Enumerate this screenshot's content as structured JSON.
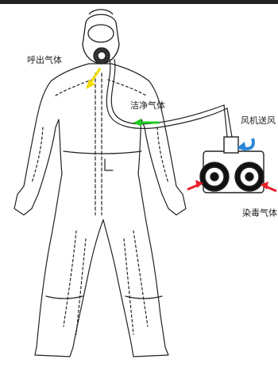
{
  "labels": {
    "exhaled_gas": "呼出气体",
    "clean_gas": "洁净气体",
    "blower_supply": "风机送风",
    "contaminated_gas": "染毒气体"
  },
  "colors": {
    "exhale_arrow": "#f2dc00",
    "clean_arrow": "#22cc22",
    "rotation_arrow": "#2a86d8",
    "intake_arrow": "#e8202a",
    "line": "#222222",
    "top_band": "#222222"
  },
  "icons": [
    "yellow-arrow-icon",
    "green-arrow-icon",
    "blue-curved-arrow-icon",
    "red-arrow-icon"
  ]
}
